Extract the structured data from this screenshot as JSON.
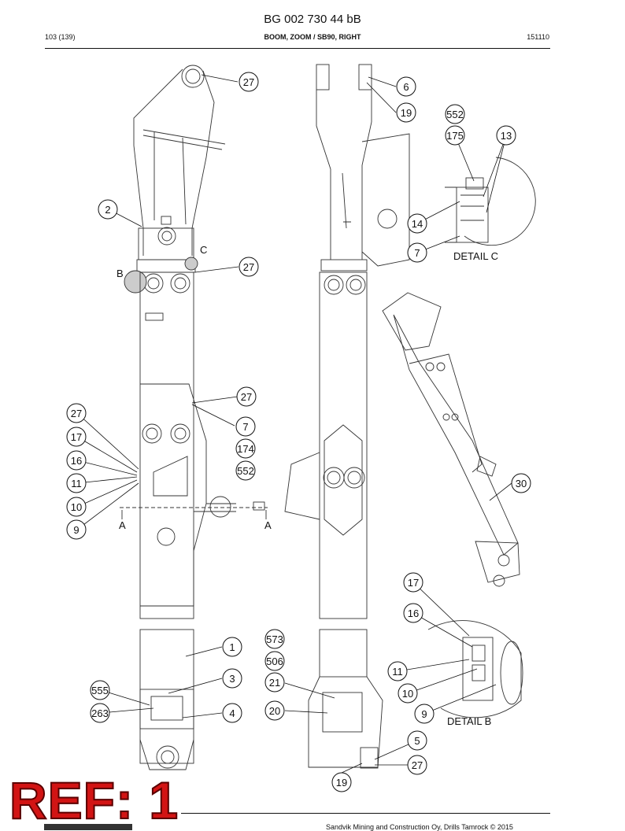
{
  "document": {
    "number": "BG 002 730 44 bB",
    "page": "103 (139)",
    "section": "BOOM, ZOOM / SB90, RIGHT",
    "date": "151110",
    "footer": "Sandvik Mining and Construction Oy, Drills Tamrock © 2015"
  },
  "stamp": {
    "text": "REF: 1",
    "color": "#d21414"
  },
  "views": {
    "detail_c": "DETAIL  C",
    "detail_b": "DETAIL  B",
    "label_b": "B",
    "label_c": "C",
    "section_left": "A",
    "section_right": "A"
  },
  "callouts": [
    {
      "n": "27"
    },
    {
      "n": "6"
    },
    {
      "n": "19"
    },
    {
      "n": "552"
    },
    {
      "n": "175"
    },
    {
      "n": "13"
    },
    {
      "n": "2"
    },
    {
      "n": "14"
    },
    {
      "n": "7"
    },
    {
      "n": "27"
    },
    {
      "n": "27"
    },
    {
      "n": "27"
    },
    {
      "n": "7"
    },
    {
      "n": "17"
    },
    {
      "n": "174"
    },
    {
      "n": "16"
    },
    {
      "n": "552"
    },
    {
      "n": "11"
    },
    {
      "n": "30"
    },
    {
      "n": "10"
    },
    {
      "n": "9"
    },
    {
      "n": "17"
    },
    {
      "n": "16"
    },
    {
      "n": "573"
    },
    {
      "n": "1"
    },
    {
      "n": "506"
    },
    {
      "n": "11"
    },
    {
      "n": "3"
    },
    {
      "n": "21"
    },
    {
      "n": "555"
    },
    {
      "n": "10"
    },
    {
      "n": "263"
    },
    {
      "n": "4"
    },
    {
      "n": "20"
    },
    {
      "n": "9"
    },
    {
      "n": "5"
    },
    {
      "n": "27"
    },
    {
      "n": "19"
    }
  ]
}
